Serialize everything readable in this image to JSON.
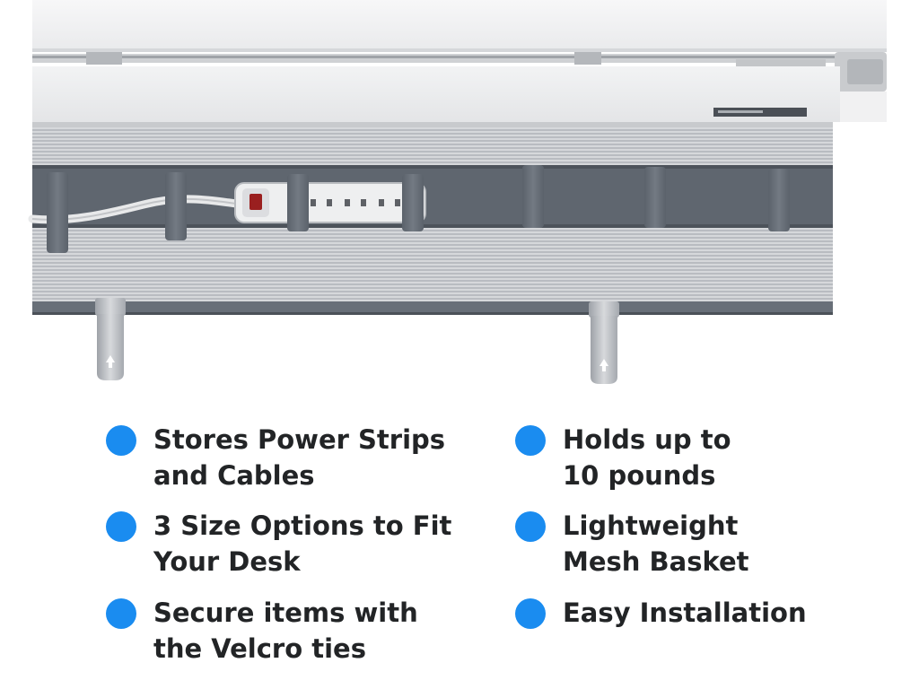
{
  "features": {
    "left": [
      {
        "lines": [
          "Stores Power Strips",
          "and Cables"
        ],
        "icon": "blue-dot"
      },
      {
        "lines": [
          "3 Size Options to Fit",
          "Your Desk"
        ],
        "icon": "blue-dot"
      },
      {
        "lines": [
          "Secure items with",
          "the Velcro ties"
        ],
        "icon": "blue-dot"
      }
    ],
    "right": [
      {
        "lines": [
          "Holds up to",
          "10 pounds"
        ],
        "icon": "blue-dot"
      },
      {
        "lines": [
          "Lightweight",
          "Mesh Basket"
        ],
        "icon": "blue-dot"
      },
      {
        "lines": [
          "Easy Installation"
        ],
        "icon": "blue-dot"
      }
    ]
  },
  "colors": {
    "bullet": "#1a8cf0",
    "text": "#222426",
    "mesh": "#6d747d"
  }
}
